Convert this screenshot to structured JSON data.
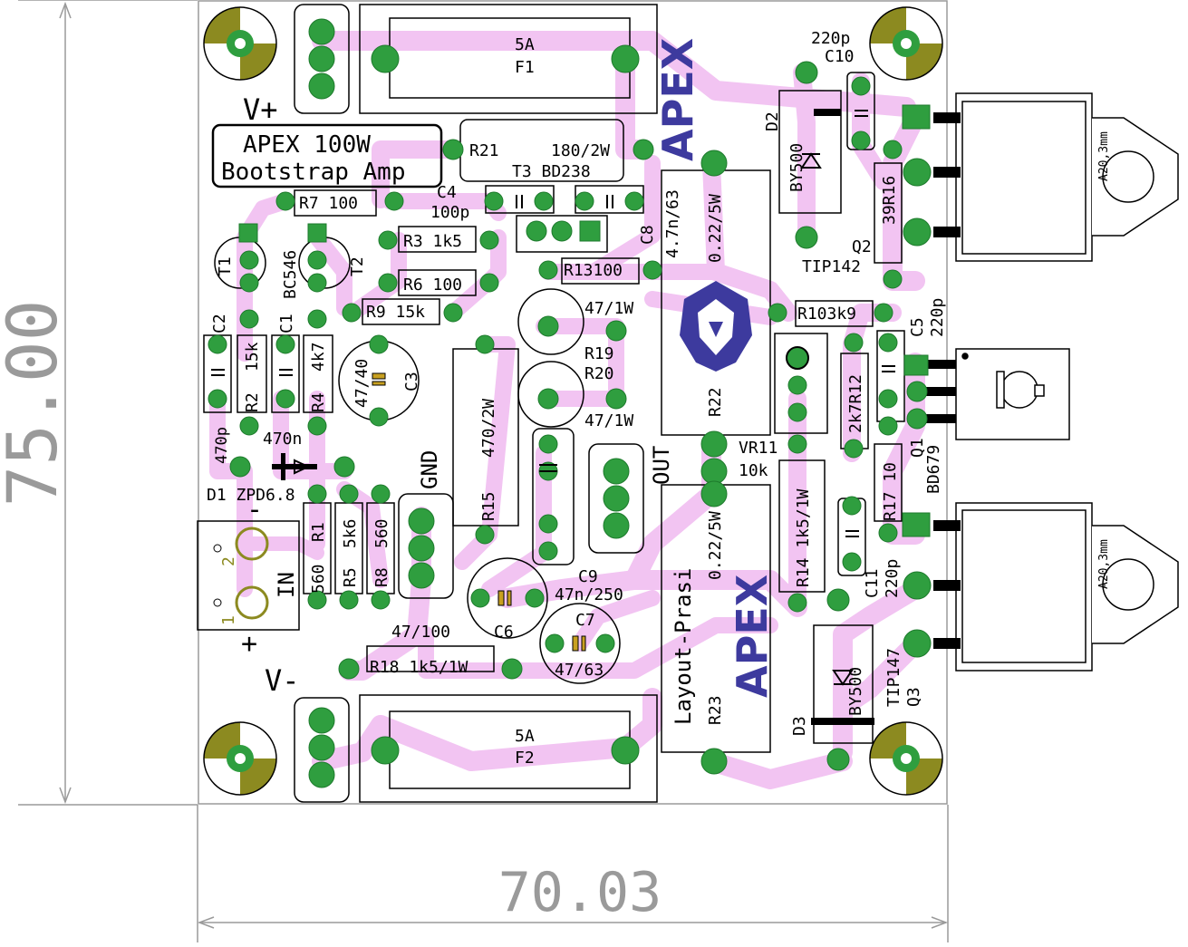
{
  "dimensions": {
    "height": "75.00",
    "width": "70.03"
  },
  "board": {
    "title_line1": "APEX 100W",
    "title_line2": "Bootstrap Amp",
    "rail_pos": "V+",
    "rail_neg": "V-",
    "gnd": "GND",
    "in": "IN",
    "out": "OUT",
    "in_minus": "-",
    "in_plus": "+",
    "in_pin1": "1",
    "in_pin2": "2",
    "credit": "Layout-Prasi",
    "logo_text": "APEX"
  },
  "labels": {
    "f1_val": "5A",
    "f1_ref": "F1",
    "f2_val": "5A",
    "f2_ref": "F2",
    "r21_ref": "R21",
    "r21_val": "180/2W",
    "t3": "T3 BD238",
    "r7": "R7 100",
    "c4_ref": "C4",
    "c4_val": "100p",
    "r3": "R3 1k5",
    "r6": "R6 100",
    "r13": "R13100",
    "r9": "R9 15k",
    "c8": "C8",
    "c8_val": "4.7n/63",
    "r22_val": "0.22/5W",
    "r22_ref": "R22",
    "c2": "C2",
    "r2_ref": "R2",
    "r2_val": "15k",
    "c1": "C1",
    "r4_ref": "R4",
    "r4_val": "4k7",
    "c3_val": "47/40",
    "c3_ref": "C3",
    "t1": "T1",
    "bc546": "BC546",
    "t2": "T2",
    "c2_val": "470p",
    "c1_val": "470n",
    "d1": "D1 ZPD6.8",
    "r19_val": "47/1W",
    "r19_ref": "R19",
    "r20_ref": "R20",
    "r20_val": "47/1W",
    "r15_val": "470/2W",
    "r15_ref": "R15",
    "r1": "R1",
    "r1_val": "560",
    "r5_val": "5k6",
    "r5_ref": "R5",
    "r8_val": "560",
    "r8_ref": "R8",
    "c6_val": "47/100",
    "c6_ref": "C6",
    "c9_ref": "C9",
    "c9_val": "47n/250",
    "c7_ref": "C7",
    "c7_val": "47/63",
    "r18": "R18 1k5/1W",
    "vr1": "VR11",
    "vr1_val": "10k",
    "r14": "R14 1k5/1W",
    "r23_val": "0.22/5W",
    "r23_ref": "R23",
    "c10_val": "220p",
    "c10_ref": "C10",
    "d2_ref": "D2",
    "d2_val": "BY500",
    "r16": "39R16",
    "q2_ref": "Q2",
    "q2_val": "TIP142",
    "r10": "R103k9",
    "c5_ref": "C5",
    "c5_val": "220p",
    "r12": "2k7R12",
    "q1_ref": "Q1",
    "q1_val": "BD679",
    "r17": "R17 10",
    "c11_ref": "C11",
    "c11_val": "220p",
    "d3_val": "BY500",
    "d3_ref": "D3",
    "q3_val": "TIP147",
    "q3_ref": "Q3",
    "hs_top": "A20,3mm",
    "hs_bot": "A20,3mm"
  },
  "colors": {
    "trace": "#f2c4f2",
    "pad": "#2f9e3f",
    "pad_dark": "#1d7a2c",
    "silk": "#000000",
    "logo": "#3d3a9e",
    "mount": "#8c8a20",
    "dimension": "#9a9a9a"
  }
}
